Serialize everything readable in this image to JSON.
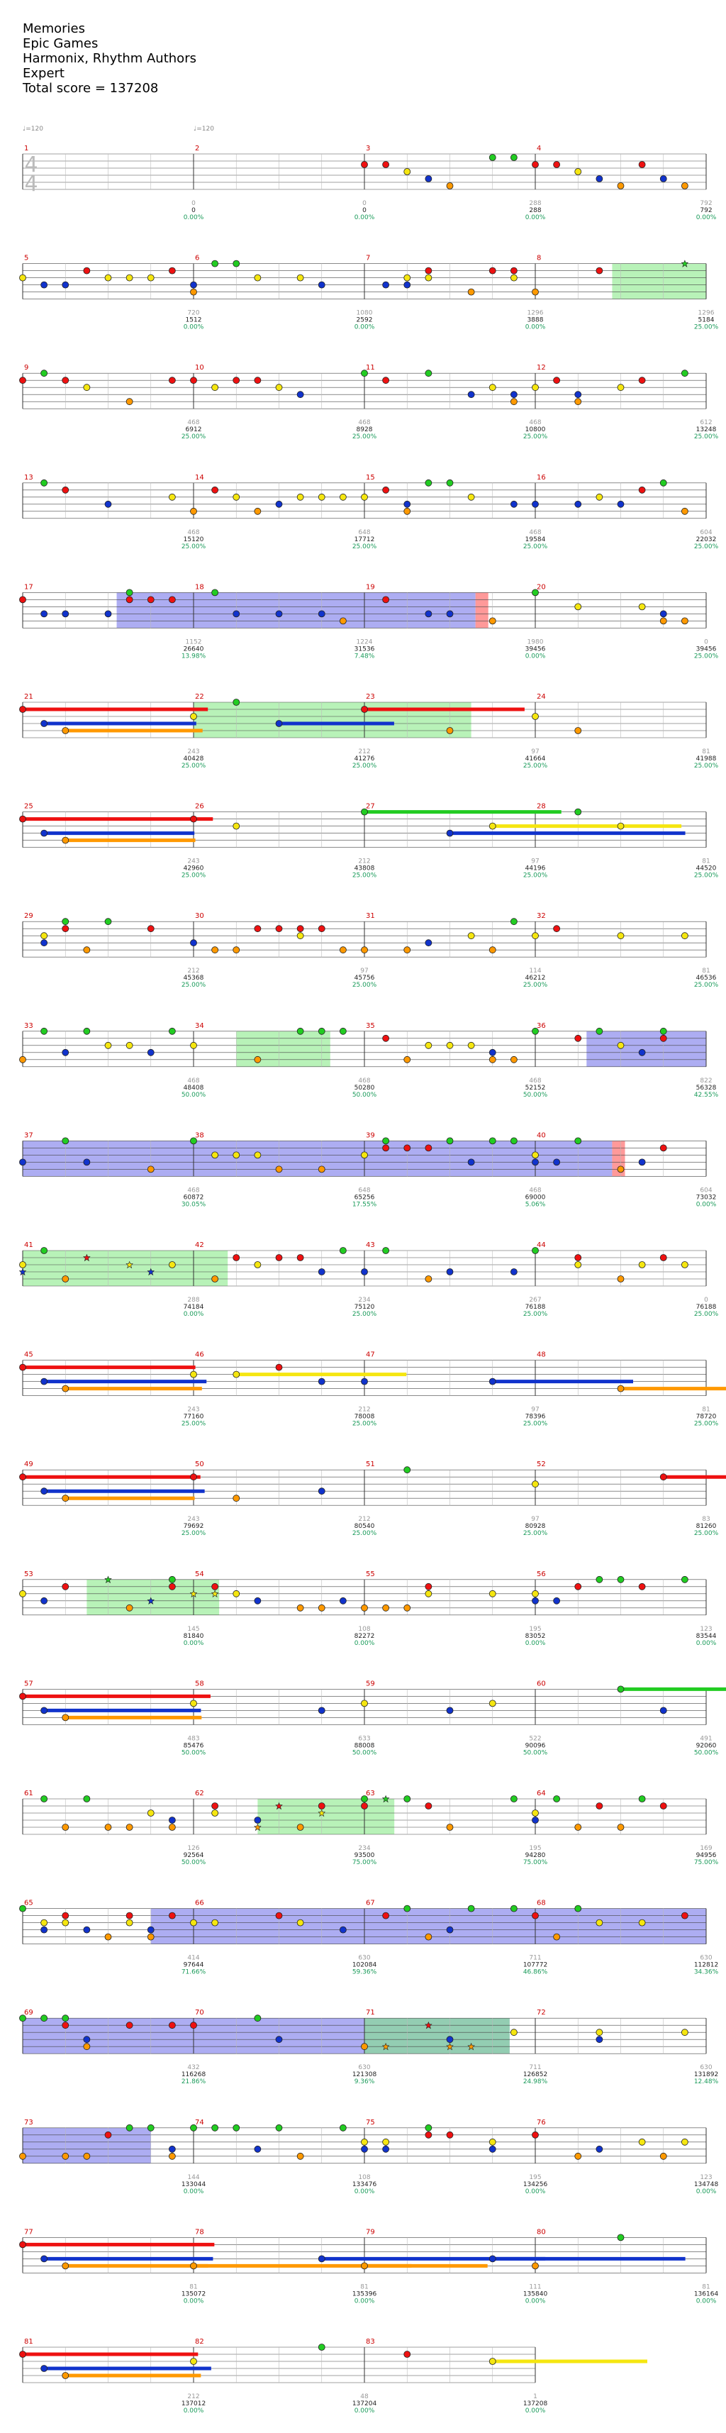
{
  "header": {
    "song": "Memories",
    "artist": "Epic Games",
    "authors": "Harmonix, Rhythm Authors",
    "difficulty": "Expert",
    "total_score": "Total score = 137208"
  },
  "tempo_markers": [
    "♩=120",
    "♩=120"
  ],
  "time_signature": [
    "4",
    "4"
  ],
  "colors": {
    "green": "#22cc22",
    "red": "#ee1111",
    "yellow": "#f5e610",
    "blue": "#1133cc",
    "orange": "#ff9900",
    "purple": "#8a1a8a",
    "overdrive": "#7ee87e",
    "solo": "#6a6ae8"
  },
  "measures": [
    {
      "n": "1",
      "score": "",
      "pct": "",
      "gray": ""
    },
    {
      "n": "2",
      "score": "0",
      "pct": "0.00%",
      "gray": "0"
    },
    {
      "n": "3",
      "score": "0",
      "pct": "0.00%",
      "gray": "0"
    },
    {
      "n": "4",
      "score": "288",
      "pct": "0.00%",
      "gray": "288"
    },
    {
      "n": "",
      "score": "792",
      "pct": "0.00%",
      "gray": "792"
    },
    {
      "n": "5",
      "score": "",
      "pct": "",
      "gray": ""
    },
    {
      "n": "6",
      "score": "1512",
      "pct": "0.00%",
      "gray": "720"
    },
    {
      "n": "7",
      "score": "2592",
      "pct": "0.00%",
      "gray": "1080"
    },
    {
      "n": "8",
      "score": "3888",
      "pct": "0.00%",
      "gray": "1296"
    },
    {
      "n": "",
      "score": "5184",
      "pct": "25.00%",
      "gray": "1296"
    },
    {
      "n": "9",
      "score": "",
      "pct": "",
      "gray": ""
    },
    {
      "n": "10",
      "score": "6912",
      "pct": "25.00%",
      "gray": "468"
    },
    {
      "n": "11",
      "score": "8928",
      "pct": "25.00%",
      "gray": "468"
    },
    {
      "n": "12",
      "score": "10800",
      "pct": "25.00%",
      "gray": "468"
    },
    {
      "n": "",
      "score": "13248",
      "pct": "25.00%",
      "gray": "612"
    },
    {
      "n": "13",
      "score": "",
      "pct": "",
      "gray": ""
    },
    {
      "n": "14",
      "score": "15120",
      "pct": "25.00%",
      "gray": "468"
    },
    {
      "n": "15",
      "score": "17712",
      "pct": "25.00%",
      "gray": "648"
    },
    {
      "n": "16",
      "score": "19584",
      "pct": "25.00%",
      "gray": "468"
    },
    {
      "n": "",
      "score": "22032",
      "pct": "25.00%",
      "gray": "604"
    },
    {
      "n": "17",
      "score": "",
      "pct": "",
      "gray": ""
    },
    {
      "n": "18",
      "score": "26640",
      "pct": "13.98%",
      "gray": "1152"
    },
    {
      "n": "19",
      "score": "31536",
      "pct": "7.48%",
      "gray": "1224"
    },
    {
      "n": "20",
      "score": "39456",
      "pct": "0.00%",
      "gray": "1980"
    },
    {
      "n": "",
      "score": "39456",
      "pct": "25.00%",
      "gray": "0"
    },
    {
      "n": "21",
      "score": "",
      "pct": "",
      "gray": ""
    },
    {
      "n": "22",
      "score": "40428",
      "pct": "25.00%",
      "gray": "243"
    },
    {
      "n": "23",
      "score": "41276",
      "pct": "25.00%",
      "gray": "212"
    },
    {
      "n": "24",
      "score": "41664",
      "pct": "25.00%",
      "gray": "97"
    },
    {
      "n": "",
      "score": "41988",
      "pct": "25.00%",
      "gray": "81"
    },
    {
      "n": "25",
      "score": "",
      "pct": "",
      "gray": ""
    },
    {
      "n": "26",
      "score": "42960",
      "pct": "25.00%",
      "gray": "243"
    },
    {
      "n": "27",
      "score": "43808",
      "pct": "25.00%",
      "gray": "212"
    },
    {
      "n": "28",
      "score": "44196",
      "pct": "25.00%",
      "gray": "97"
    },
    {
      "n": "",
      "score": "44520",
      "pct": "25.00%",
      "gray": "81"
    },
    {
      "n": "29",
      "score": "",
      "pct": "",
      "gray": ""
    },
    {
      "n": "30",
      "score": "45368",
      "pct": "25.00%",
      "gray": "212"
    },
    {
      "n": "31",
      "score": "45756",
      "pct": "25.00%",
      "gray": "97"
    },
    {
      "n": "32",
      "score": "46212",
      "pct": "25.00%",
      "gray": "114"
    },
    {
      "n": "",
      "score": "46536",
      "pct": "25.00%",
      "gray": "81"
    },
    {
      "n": "33",
      "score": "",
      "pct": "",
      "gray": ""
    },
    {
      "n": "34",
      "score": "48408",
      "pct": "50.00%",
      "gray": "468"
    },
    {
      "n": "35",
      "score": "50280",
      "pct": "50.00%",
      "gray": "468"
    },
    {
      "n": "36",
      "score": "52152",
      "pct": "50.00%",
      "gray": "468"
    },
    {
      "n": "",
      "score": "56328",
      "pct": "42.55%",
      "gray": "822"
    },
    {
      "n": "37",
      "score": "",
      "pct": "",
      "gray": ""
    },
    {
      "n": "38",
      "score": "60872",
      "pct": "30.05%",
      "gray": "468"
    },
    {
      "n": "39",
      "score": "65256",
      "pct": "17.55%",
      "gray": "648"
    },
    {
      "n": "40",
      "score": "69000",
      "pct": "5.06%",
      "gray": "468"
    },
    {
      "n": "",
      "score": "73032",
      "pct": "0.00%",
      "gray": "604"
    },
    {
      "n": "41",
      "score": "",
      "pct": "",
      "gray": ""
    },
    {
      "n": "42",
      "score": "74184",
      "pct": "0.00%",
      "gray": "288"
    },
    {
      "n": "43",
      "score": "75120",
      "pct": "25.00%",
      "gray": "234"
    },
    {
      "n": "44",
      "score": "76188",
      "pct": "25.00%",
      "gray": "267"
    },
    {
      "n": "",
      "score": "76188",
      "pct": "25.00%",
      "gray": "0"
    },
    {
      "n": "45",
      "score": "",
      "pct": "",
      "gray": ""
    },
    {
      "n": "46",
      "score": "77160",
      "pct": "25.00%",
      "gray": "243"
    },
    {
      "n": "47",
      "score": "78008",
      "pct": "25.00%",
      "gray": "212"
    },
    {
      "n": "48",
      "score": "78396",
      "pct": "25.00%",
      "gray": "97"
    },
    {
      "n": "",
      "score": "78720",
      "pct": "25.00%",
      "gray": "81"
    },
    {
      "n": "49",
      "score": "",
      "pct": "",
      "gray": ""
    },
    {
      "n": "50",
      "score": "79692",
      "pct": "25.00%",
      "gray": "243"
    },
    {
      "n": "51",
      "score": "80540",
      "pct": "25.00%",
      "gray": "212"
    },
    {
      "n": "52",
      "score": "80928",
      "pct": "25.00%",
      "gray": "97"
    },
    {
      "n": "",
      "score": "81260",
      "pct": "25.00%",
      "gray": "83"
    },
    {
      "n": "53",
      "score": "",
      "pct": "",
      "gray": ""
    },
    {
      "n": "54",
      "score": "81840",
      "pct": "0.00%",
      "gray": "145"
    },
    {
      "n": "55",
      "score": "82272",
      "pct": "0.00%",
      "gray": "108"
    },
    {
      "n": "56",
      "score": "83052",
      "pct": "0.00%",
      "gray": "195"
    },
    {
      "n": "",
      "score": "83544",
      "pct": "0.00%",
      "gray": "123"
    },
    {
      "n": "57",
      "score": "",
      "pct": "",
      "gray": ""
    },
    {
      "n": "58",
      "score": "85476",
      "pct": "50.00%",
      "gray": "483"
    },
    {
      "n": "59",
      "score": "88008",
      "pct": "50.00%",
      "gray": "633"
    },
    {
      "n": "60",
      "score": "90096",
      "pct": "50.00%",
      "gray": "522"
    },
    {
      "n": "",
      "score": "92060",
      "pct": "50.00%",
      "gray": "491"
    },
    {
      "n": "61",
      "score": "",
      "pct": "",
      "gray": ""
    },
    {
      "n": "62",
      "score": "92564",
      "pct": "50.00%",
      "gray": "126"
    },
    {
      "n": "63",
      "score": "93500",
      "pct": "75.00%",
      "gray": "234"
    },
    {
      "n": "64",
      "score": "94280",
      "pct": "75.00%",
      "gray": "195"
    },
    {
      "n": "",
      "score": "94956",
      "pct": "75.00%",
      "gray": "169"
    },
    {
      "n": "65",
      "score": "",
      "pct": "",
      "gray": ""
    },
    {
      "n": "66",
      "score": "97644",
      "pct": "71.66%",
      "gray": "414"
    },
    {
      "n": "67",
      "score": "102084",
      "pct": "59.36%",
      "gray": "630"
    },
    {
      "n": "68",
      "score": "107772",
      "pct": "46.86%",
      "gray": "711"
    },
    {
      "n": "",
      "score": "112812",
      "pct": "34.36%",
      "gray": "630"
    },
    {
      "n": "69",
      "score": "",
      "pct": "",
      "gray": ""
    },
    {
      "n": "70",
      "score": "116268",
      "pct": "21.86%",
      "gray": "432"
    },
    {
      "n": "71",
      "score": "121308",
      "pct": "9.36%",
      "gray": "630"
    },
    {
      "n": "72",
      "score": "126852",
      "pct": "24.98%",
      "gray": "711"
    },
    {
      "n": "",
      "score": "131892",
      "pct": "12.48%",
      "gray": "630"
    },
    {
      "n": "73",
      "score": "",
      "pct": "",
      "gray": ""
    },
    {
      "n": "74",
      "score": "133044",
      "pct": "0.00%",
      "gray": "144"
    },
    {
      "n": "75",
      "score": "133476",
      "pct": "0.00%",
      "gray": "108"
    },
    {
      "n": "76",
      "score": "134256",
      "pct": "0.00%",
      "gray": "195"
    },
    {
      "n": "",
      "score": "134748",
      "pct": "0.00%",
      "gray": "123"
    },
    {
      "n": "77",
      "score": "",
      "pct": "",
      "gray": ""
    },
    {
      "n": "78",
      "score": "135072",
      "pct": "0.00%",
      "gray": "81"
    },
    {
      "n": "79",
      "score": "135396",
      "pct": "0.00%",
      "gray": "81"
    },
    {
      "n": "80",
      "score": "135840",
      "pct": "0.00%",
      "gray": "111"
    },
    {
      "n": "",
      "score": "136164",
      "pct": "0.00%",
      "gray": "81"
    },
    {
      "n": "81",
      "score": "",
      "pct": "",
      "gray": ""
    },
    {
      "n": "82",
      "score": "137012",
      "pct": "0.00%",
      "gray": "212"
    },
    {
      "n": "83",
      "score": "137204",
      "pct": "0.00%",
      "gray": "48"
    },
    {
      "n": "",
      "score": "137208",
      "pct": "0.00%",
      "gray": "1"
    }
  ]
}
